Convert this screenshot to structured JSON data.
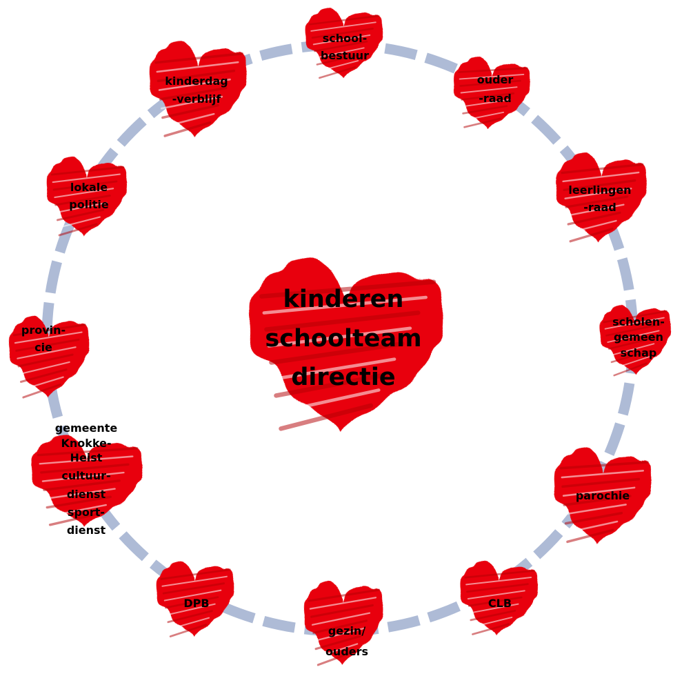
{
  "center": {
    "lines": [
      "kinderen",
      "schoolteam",
      "directie"
    ]
  },
  "nodes": [
    {
      "id": "schoolbestuur",
      "lines": [
        "school-",
        "bestuur"
      ]
    },
    {
      "id": "ouderraad",
      "lines": [
        "ouder",
        "-raad"
      ]
    },
    {
      "id": "leerlingenraad",
      "lines": [
        "leerlingen",
        "-raad"
      ]
    },
    {
      "id": "scholengemeenschap",
      "lines": [
        "scholen-",
        "gemeen",
        "schap"
      ]
    },
    {
      "id": "parochie",
      "lines": [
        "parochie"
      ]
    },
    {
      "id": "clb",
      "lines": [
        "CLB"
      ]
    },
    {
      "id": "gezin-ouders",
      "lines": [
        "gezin/",
        "ouders"
      ]
    },
    {
      "id": "dpb",
      "lines": [
        "DPB"
      ]
    },
    {
      "id": "gemeente",
      "lines": [
        "gemeente",
        "Knokke-",
        "Heist",
        "cultuur-",
        "dienst",
        "sport-",
        "dienst"
      ]
    },
    {
      "id": "provincie",
      "lines": [
        "provin-",
        "cie"
      ]
    },
    {
      "id": "lokale-politie",
      "lines": [
        "lokale",
        "politie"
      ]
    },
    {
      "id": "kinderdagverblijf",
      "lines": [
        "kinderdag",
        "-verblijf"
      ]
    }
  ],
  "colors": {
    "heart": "#e8060c",
    "heart_dark": "#b30004",
    "ring": "#aebbd6"
  }
}
